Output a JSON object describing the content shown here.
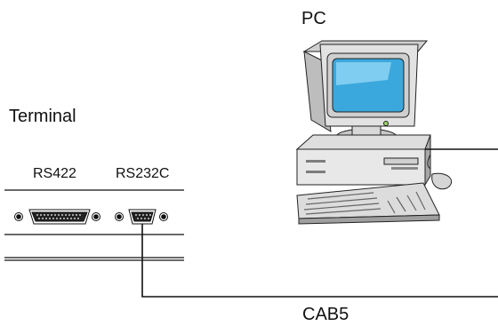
{
  "labels": {
    "pc": "PC",
    "terminal": "Terminal",
    "rs422": "RS422",
    "rs232c": "RS232C",
    "cable": "CAB5"
  },
  "colors": {
    "line": "#111111",
    "screen": "#3ba8dd",
    "case_light": "#e6e6e6",
    "case_mid": "#c4c4c4",
    "case_dark": "#8a8a8a"
  }
}
